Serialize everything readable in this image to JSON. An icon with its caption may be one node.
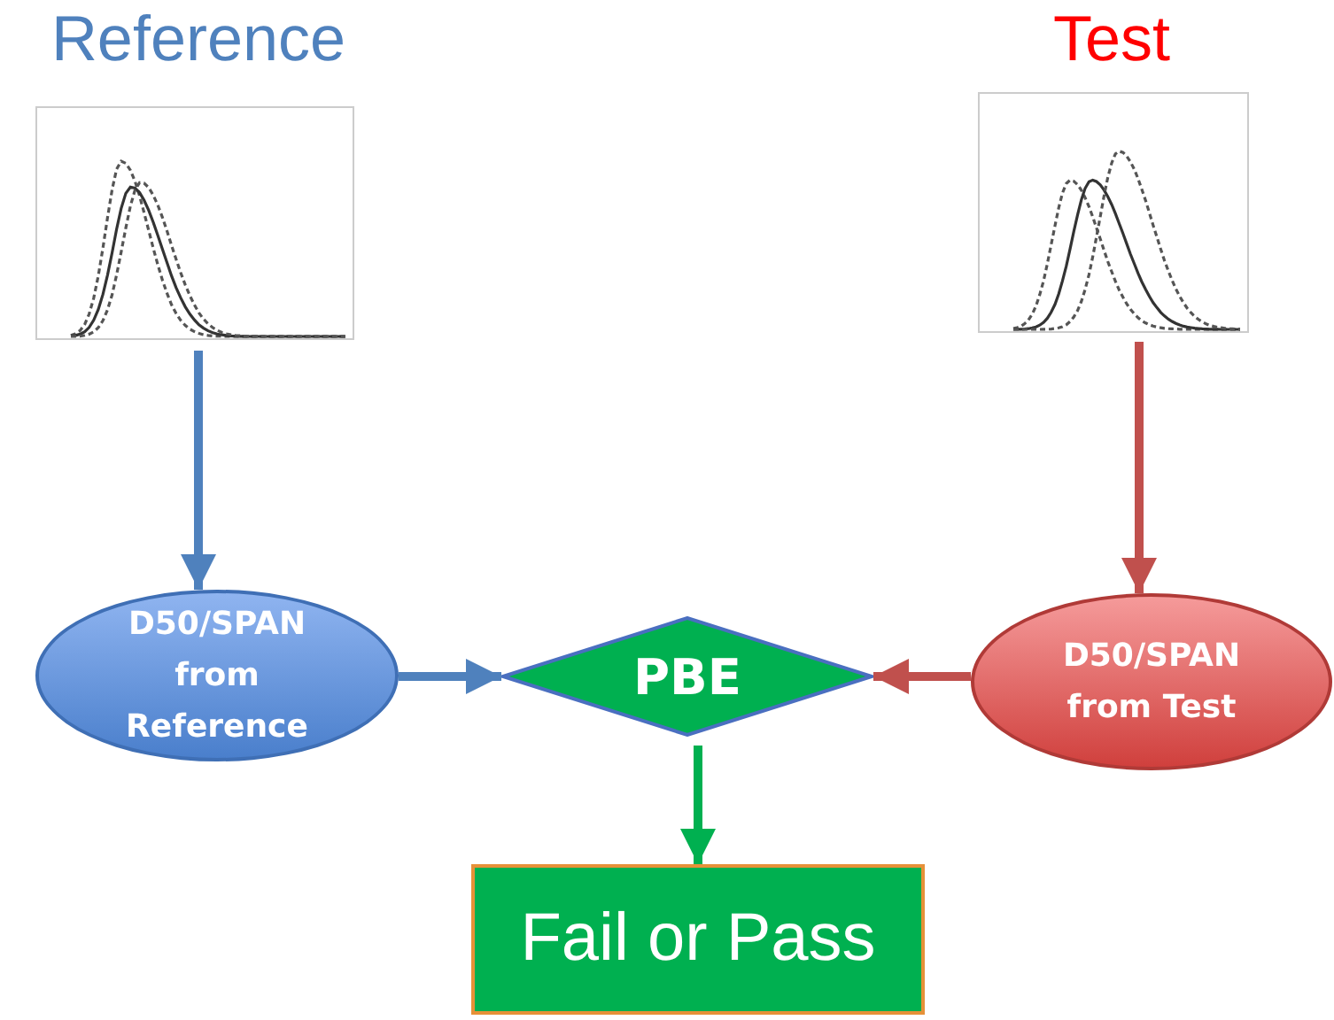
{
  "diagram": {
    "nodes": [
      {
        "text": [
          "Reference"
        ]
      },
      {
        "text": [
          "Test"
        ]
      },
      {
        "text": [
          "D50/SPAN from Reference"
        ]
      },
      {
        "text": [
          "PBE"
        ]
      },
      {
        "text": [
          "D50/SPAN from Test"
        ]
      },
      {
        "text": [
          "Fail or Pass"
        ]
      }
    ],
    "edges": [
      {
        "from": 0,
        "to": 2,
        "arrow": "to",
        "color": "#4f81bd"
      },
      {
        "from": 1,
        "to": 4,
        "arrow": "to",
        "color": "#c0504d"
      },
      {
        "from": 2,
        "to": 3,
        "arrow": "to",
        "color": "#4f81bd"
      },
      {
        "from": 4,
        "to": 3,
        "arrow": "to",
        "color": "#c0504d"
      },
      {
        "from": 3,
        "to": 5,
        "arrow": "to",
        "color": "#00b050"
      }
    ]
  }
}
